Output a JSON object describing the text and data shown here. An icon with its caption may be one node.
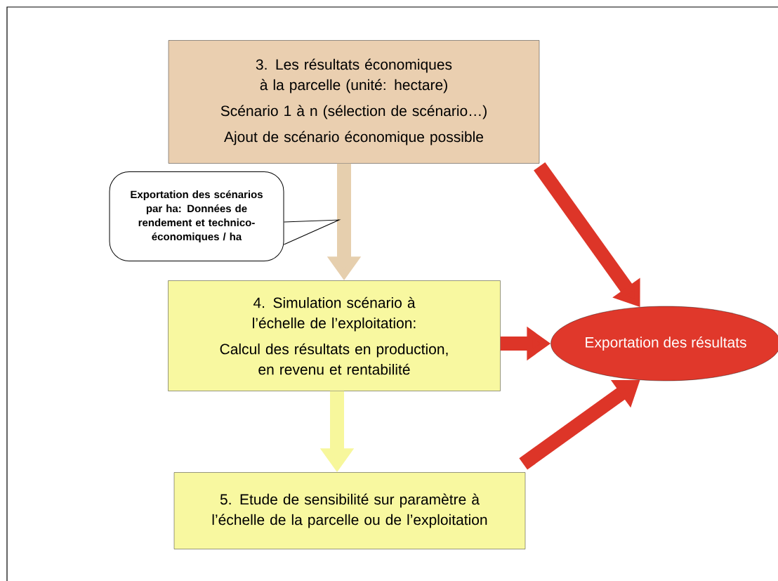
{
  "diagram": {
    "nodes": [
      {
        "text": [
          "3. Les résultats économiques à la parcelle (unité: hectare)",
          "Scénario 1 à n (sélection de scénario…)",
          "Ajout de scénario économique possible"
        ]
      },
      {
        "text": [
          "Exportation des scénarios par ha: Données de rendement et technico-économiques / ha"
        ]
      },
      {
        "text": [
          "4. Simulation scénario à l’échelle de l’exploitation:",
          "Calcul des résultats en production, en revenu et rentabilité"
        ]
      },
      {
        "text": [
          "Exportation des résultats"
        ]
      },
      {
        "text": [
          "5. Etude de sensibilité sur paramètre à l’échelle de la parcelle ou de l’exploitation"
        ]
      }
    ],
    "edges": [
      {
        "from": 0,
        "to": 2,
        "arrow": "to",
        "color": "#e6cfae"
      },
      {
        "from": 0,
        "to": 3,
        "arrow": "to"
      },
      {
        "from": 2,
        "to": 3,
        "arrow": "to"
      },
      {
        "from": 2,
        "to": 4,
        "arrow": "to",
        "color": "#f7f79c"
      },
      {
        "from": 4,
        "to": 3,
        "arrow": "to"
      },
      {
        "from": 1,
        "to": null,
        "arrow": "none",
        "color": "#000000"
      }
    ]
  }
}
